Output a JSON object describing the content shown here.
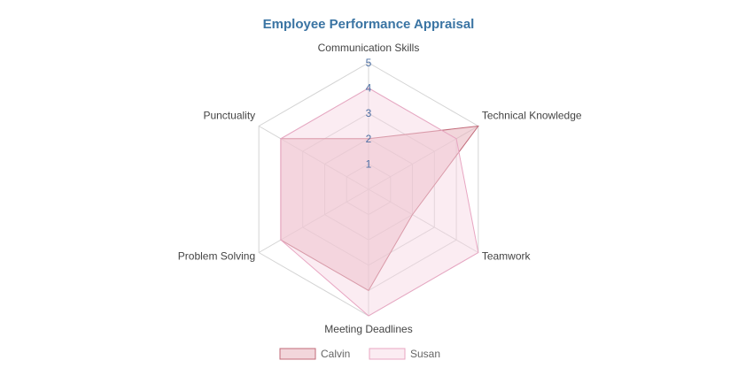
{
  "chart_data": {
    "type": "radar",
    "title": "Employee Performance Appraisal",
    "axes": [
      "Communication Skills",
      "Technical Knowledge",
      "Teamwork",
      "Meeting Deadlines",
      "Problem Solving",
      "Punctuality"
    ],
    "rlim": [
      0,
      5
    ],
    "ticks": [
      "1",
      "2",
      "3",
      "4",
      "5"
    ],
    "grid": true,
    "legend_position": "bottom",
    "series": [
      {
        "name": "Calvin",
        "values": [
          2,
          5,
          2,
          4,
          4,
          4
        ],
        "fill": "#e8b4bd",
        "stroke": "#c26b7a"
      },
      {
        "name": "Susan",
        "values": [
          4,
          4,
          5,
          5,
          4,
          4
        ],
        "fill": "#f7d4e3",
        "stroke": "#e8a6c2"
      }
    ]
  }
}
